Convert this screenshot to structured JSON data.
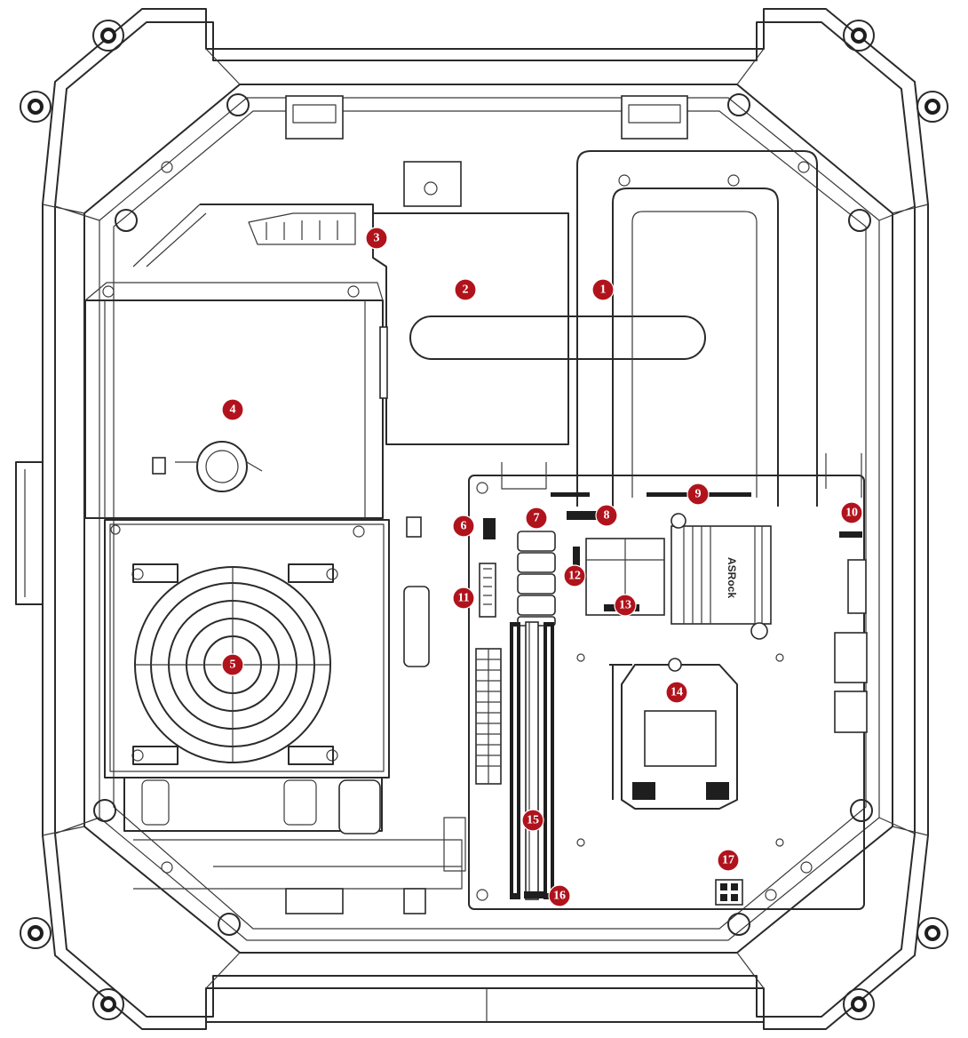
{
  "diagram": {
    "marker_color": "#b0131c",
    "line_color": "#2a2a2a",
    "background_color": "#ffffff",
    "callouts": [
      {
        "label": "1"
      },
      {
        "label": "2"
      },
      {
        "label": "3"
      },
      {
        "label": "4"
      },
      {
        "label": "5"
      },
      {
        "label": "6"
      },
      {
        "label": "7"
      },
      {
        "label": "8"
      },
      {
        "label": "9"
      },
      {
        "label": "10"
      },
      {
        "label": "11"
      },
      {
        "label": "12"
      },
      {
        "label": "13"
      },
      {
        "label": "14"
      },
      {
        "label": "15"
      },
      {
        "label": "16"
      },
      {
        "label": "17"
      }
    ],
    "board_logo_text": "ASRock"
  }
}
